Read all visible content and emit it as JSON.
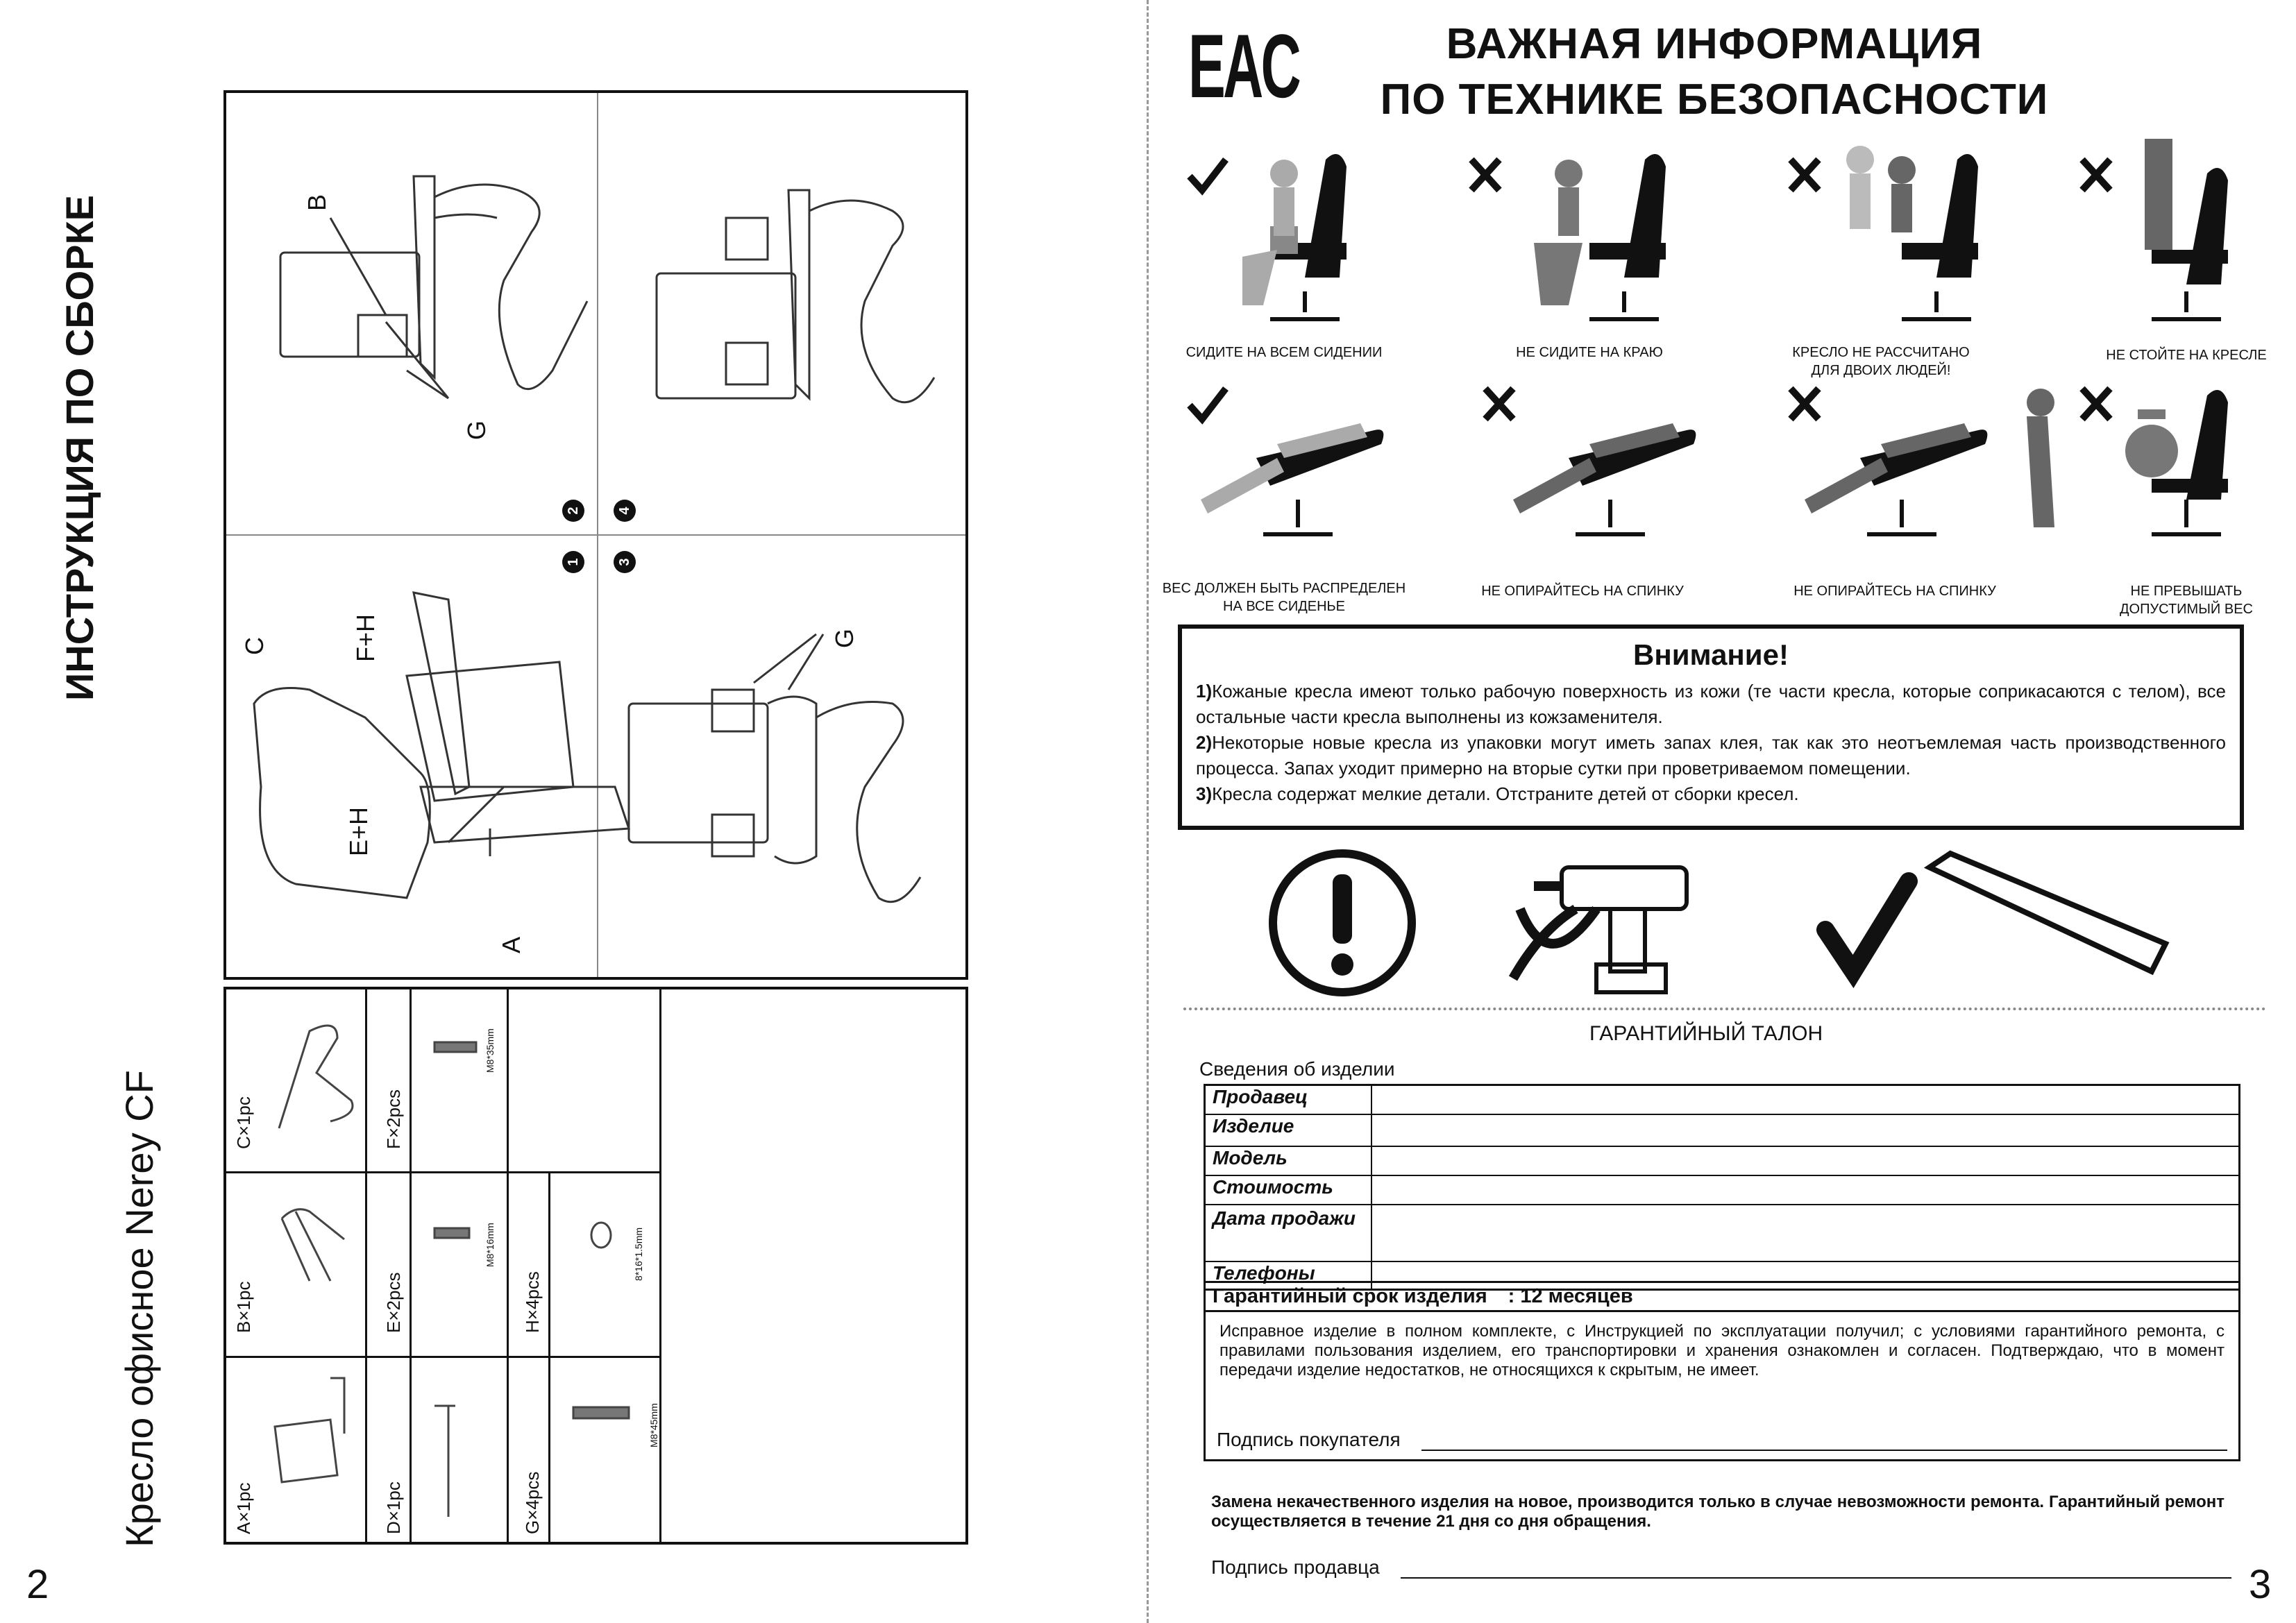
{
  "left_page": {
    "heading": "ИНСТРУКЦИЯ ПО СБОРКЕ",
    "product_name": "Кресло офисное Nerey CF",
    "page_number": "2",
    "steps": [
      "1",
      "2",
      "3",
      "4"
    ],
    "labels": {
      "a": "A",
      "b": "B",
      "c": "C",
      "g": "G",
      "fh": "F+H",
      "eh": "E+H"
    },
    "parts": [
      {
        "label": "A×1pc"
      },
      {
        "label": "B×1pc"
      },
      {
        "label": "C×1pc"
      },
      {
        "label": "D×1pc"
      },
      {
        "label": "E×2pcs"
      },
      {
        "label": "F×2pcs"
      },
      {
        "label": "G×4pcs"
      },
      {
        "label": "H×4pcs"
      }
    ],
    "part_sizes": {
      "f": "M8*35mm",
      "e": "M8*16mm",
      "g": "M8*45mm",
      "h": "8*16*1.5mm"
    }
  },
  "right_page": {
    "eac": "EAC",
    "title_line1": "ВАЖНАЯ ИНФОРМАЦИЯ",
    "title_line2": "ПО ТЕХНИКЕ БЕЗОПАСНОСТИ",
    "page_number": "3",
    "safety_row1": [
      {
        "caption": "СИДИТЕ НА ВСЕМ СИДЕНИИ",
        "ok": true
      },
      {
        "caption": "НЕ СИДИТЕ НА КРАЮ",
        "ok": false
      },
      {
        "caption1": "КРЕСЛО НЕ РАССЧИТАНО",
        "caption2": "ДЛЯ ДВОИХ ЛЮДЕЙ!",
        "ok": false
      },
      {
        "caption": "НЕ СТОЙТЕ НА КРЕСЛЕ",
        "ok": false
      }
    ],
    "safety_row2": [
      {
        "caption1": "ВЕС ДОЛЖЕН БЫТЬ РАСПРЕДЕЛЕН",
        "caption2": "НА ВСЕ СИДЕНЬЕ",
        "ok": true
      },
      {
        "caption": "НЕ ОПИРАЙТЕСЬ НА СПИНКУ",
        "ok": false
      },
      {
        "caption": "НЕ ОПИРАЙТЕСЬ НА СПИНКУ",
        "ok": false
      },
      {
        "caption1": "НЕ ПРЕВЫШАТЬ",
        "caption2": "ДОПУСТИМЫЙ ВЕС",
        "ok": false
      }
    ],
    "warning": {
      "title": "Внимание!",
      "items": [
        {
          "num": "1)",
          "text": "Кожаные кресла имеют только рабочую поверхность из кожи (те части кресла, которые соприкасаются с телом), все остальные части кресла выполнены из кожзаменителя."
        },
        {
          "num": "2)",
          "text": "Некоторые новые кресла из упаковки могут иметь запах клея, так как это неотъемлемая часть производственного процесса. Запах уходит примерно на вторые сутки при проветриваемом помещении."
        },
        {
          "num": "3)",
          "text": "Кресла содержат мелкие детали. Отстраните детей от сборки кресел."
        }
      ]
    },
    "warranty": {
      "title": "ГАРАНТИЙНЫЙ ТАЛОН",
      "info_label": "Сведения об изделии",
      "rows": [
        "Продавец",
        "Изделие",
        "Модель",
        "Стоимость",
        "Дата продажи",
        "Телефоны"
      ],
      "term_label": "Гарантийный срок изделия",
      "term_value": ": 12 месяцев",
      "statement": "Исправное изделие в полном комплекте, с Инструкцией по эксплуатации получил; с условиями гарантийного ремонта, с правилами пользования изделием, его транспортировки и хранения ознакомлен и согласен. Подтверждаю, что в момент передачи изделие недостатков, не относящихся к скрытым, не имеет.",
      "buyer_signature": "Подпись покупателя",
      "note": "Замена некачественного изделия на новое, производится только в случае невозможности ремонта. Гарантийный ремонт осуществляется в течение 21 дня со дня обращения.",
      "seller_signature": "Подпись продавца"
    }
  }
}
